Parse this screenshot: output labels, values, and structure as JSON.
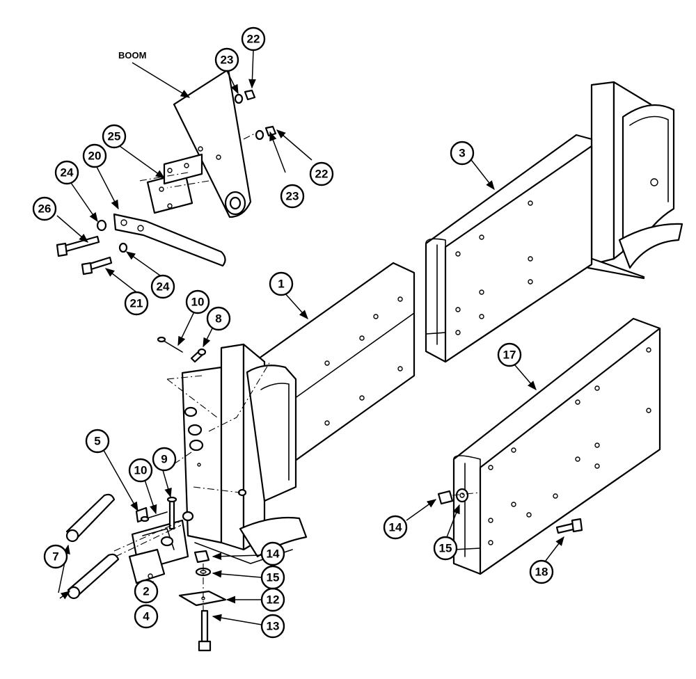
{
  "boom_label": "BOOM",
  "callouts": [
    {
      "id": "c1",
      "number": "1"
    },
    {
      "id": "c2",
      "number": "2"
    },
    {
      "id": "c3",
      "number": "3"
    },
    {
      "id": "c4",
      "number": "4"
    },
    {
      "id": "c5",
      "number": "5"
    },
    {
      "id": "c7",
      "number": "7"
    },
    {
      "id": "c8",
      "number": "8"
    },
    {
      "id": "c9",
      "number": "9"
    },
    {
      "id": "c10a",
      "number": "10"
    },
    {
      "id": "c10b",
      "number": "10"
    },
    {
      "id": "c12",
      "number": "12"
    },
    {
      "id": "c13",
      "number": "13"
    },
    {
      "id": "c14a",
      "number": "14"
    },
    {
      "id": "c14b",
      "number": "14"
    },
    {
      "id": "c15a",
      "number": "15"
    },
    {
      "id": "c15b",
      "number": "15"
    },
    {
      "id": "c17",
      "number": "17"
    },
    {
      "id": "c18",
      "number": "18"
    },
    {
      "id": "c20",
      "number": "20"
    },
    {
      "id": "c21",
      "number": "21"
    },
    {
      "id": "c22a",
      "number": "22"
    },
    {
      "id": "c22b",
      "number": "22"
    },
    {
      "id": "c23a",
      "number": "23"
    },
    {
      "id": "c23b",
      "number": "23"
    },
    {
      "id": "c24a",
      "number": "24"
    },
    {
      "id": "c24b",
      "number": "24"
    },
    {
      "id": "c25",
      "number": "25"
    },
    {
      "id": "c26",
      "number": "26"
    }
  ]
}
